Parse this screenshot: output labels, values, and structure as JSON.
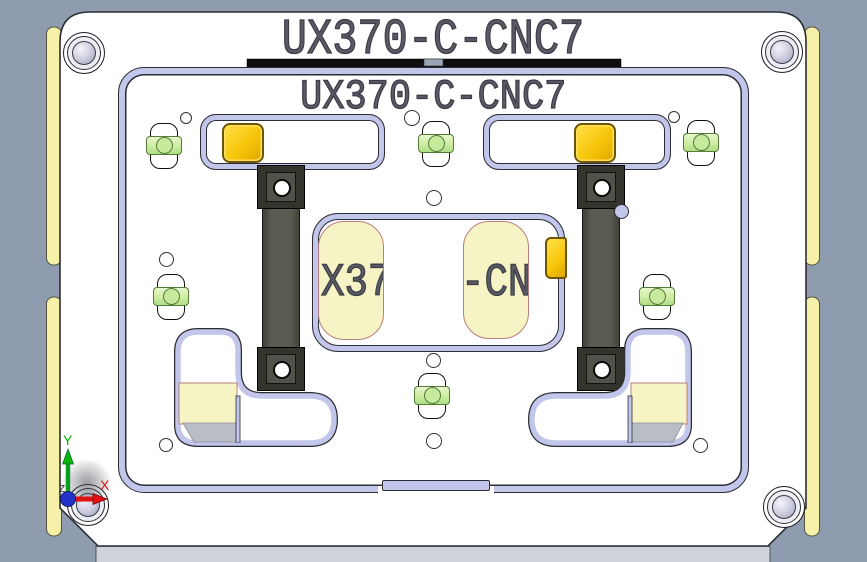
{
  "window": {
    "app": "cad-viewport",
    "part_name": "UX370-C-CNC7"
  },
  "titles": {
    "engraved_top": "UX370-C-CNC7",
    "engraved_inner": "UX370-C-CNC7"
  },
  "pocket": {
    "left_fragment": "X37",
    "right_fragment": "-CN"
  },
  "axis_triad": {
    "x_label": "X",
    "y_label": "Y",
    "z_label": "Z",
    "x_color": "#e01212",
    "y_color": "#0ab40a",
    "origin_color": "#2233cc"
  },
  "colors": {
    "background": "#8f9cb0",
    "lavender": "#c2c6ea",
    "pad_gold": "#f7c60a",
    "insert_cream": "#f6f3c4",
    "edge_yellow": "#f6f1a8",
    "clamp_green": "#cdeca2",
    "rail_dark": "#34342c",
    "rail_mid": "#5a5a50",
    "pocket_gray": "#b9bdc6",
    "bottom_band": "#ced3da"
  }
}
